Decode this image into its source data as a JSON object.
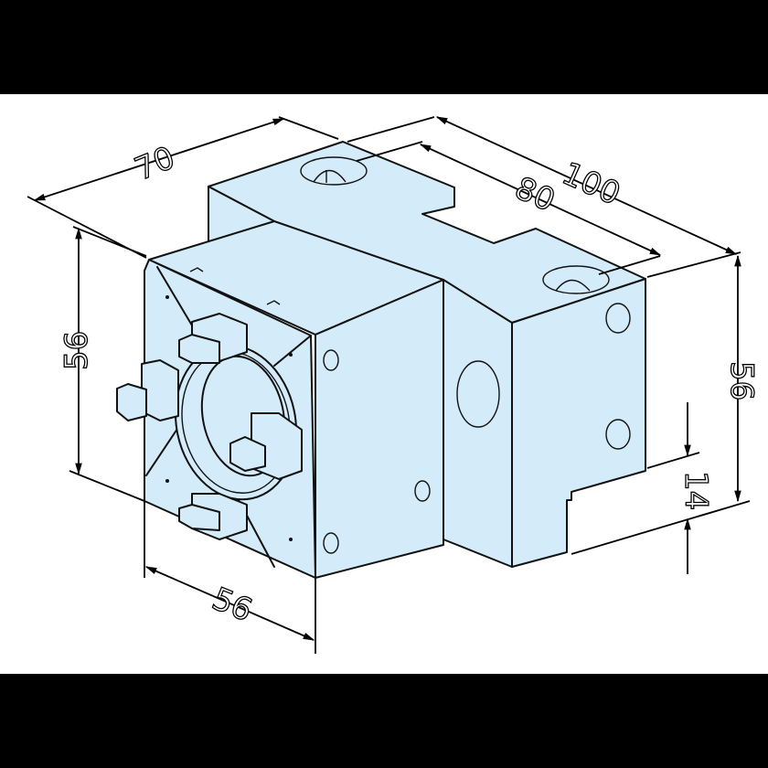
{
  "drawing": {
    "subject": "Isometric line drawing of a clamping chuck block mounted on a base block",
    "colors": {
      "part_fill": "#d4ebf9",
      "line": "#111111",
      "background": "#ffffff",
      "letterbox": "#000000"
    }
  },
  "dimensions": {
    "top_depth": "70",
    "overall_length": "100",
    "hole_spacing": "80",
    "front_height": "56",
    "rear_height": "56",
    "step_height": "14",
    "front_width": "56"
  }
}
